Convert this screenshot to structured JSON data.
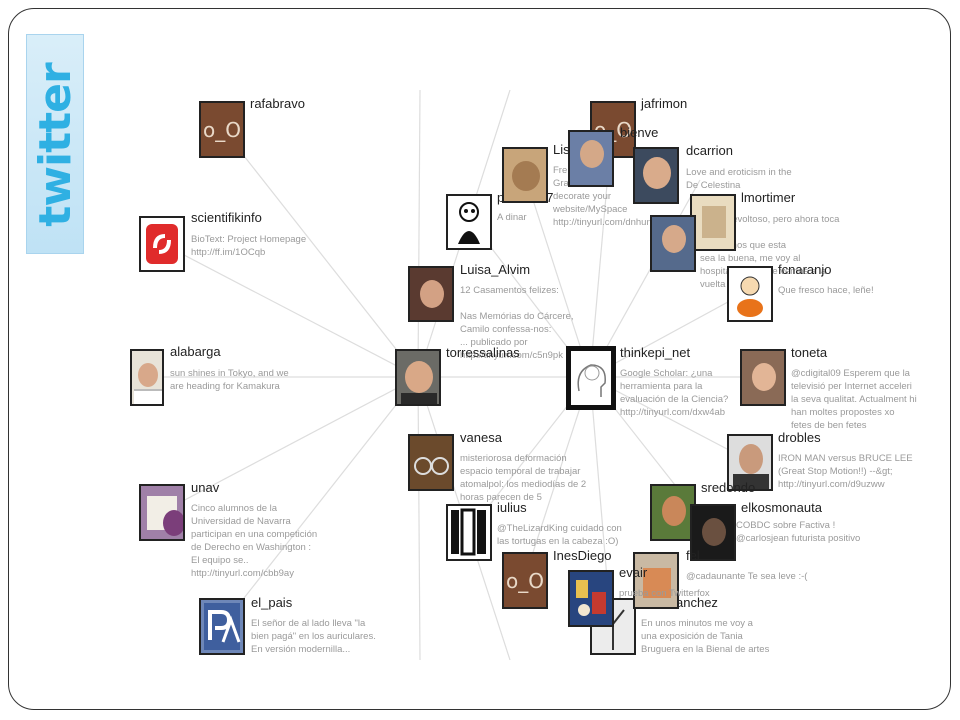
{
  "logo": {
    "text": "twitter",
    "color": "#2fb0e3"
  },
  "users": {
    "rafabravo": {
      "name": "rafabravo",
      "avatar": "o_O"
    },
    "scientifikinfo": {
      "name": "scientifikinfo",
      "tweet": "BioText: Project Homepage\nhttp://ff.im/1OCqb"
    },
    "alabarga": {
      "name": "alabarga",
      "tweet": "sun shines in Tokyo, and we\nare heading for Kamakura"
    },
    "unav": {
      "name": "unav",
      "tweet": "Cinco alumnos de la\nUniversidad de Navarra\nparticipan en una competición\nde Derecho en Washington :\nEl equipo se..\nhttp://tinyurl.com/cbb9ay"
    },
    "el_pais": {
      "name": "el_pais",
      "tweet": "El señor de al lado lleva \"la\nbien pagá\" en los auriculares.\nEn versión modernilla..."
    },
    "list": {
      "name": "Lis",
      "tweet": "Fre\nGra\ndecorate your\nwebsite/MySpace\nhttp://tinyurl.com/dnhun"
    },
    "p77": {
      "name": "p",
      "suffix": "77",
      "tweet": "A dinar"
    },
    "luisa_alvim": {
      "name": "Luisa_Alvim",
      "tweet": "12 Casamentos felizes:\n\nNas Memórias do Cárcere,\nCamilo confessa-nos:\n... publicado por\nhttp://tinyurl.com/c5n9pk"
    },
    "torressalinas": {
      "name": "torressalinas"
    },
    "vanesa": {
      "name": "vanesa",
      "tweet": "misteriorosa deformación\nespacio temporal de trabajar\natomalpol: los mediodías de 2\nhoras parecen de 5"
    },
    "iulius": {
      "name": "iulius",
      "tweet": "@TheLizardKing cuidado con\nlas tortugas en la cabeza :O)"
    },
    "inesdiego": {
      "name": "InesDiego",
      "avatar": "o_O"
    },
    "jafrimon": {
      "name": "jafrimon",
      "avatar": "o_O"
    },
    "bienve": {
      "name": "bienve"
    },
    "dcarrion": {
      "name": "dcarrion",
      "tweet": "Love and eroticism in the\nDe Celestina"
    },
    "lmortimer": {
      "name": "lmortimer",
      "tweet": "de día revoltoso, pero ahora toca\ncena\nesperemos que esta\nsea la buena, me voy al\nhospital, a ver que vemos a la\nvuelta"
    },
    "fcnaranjo": {
      "name": "fcnaranjo",
      "tweet": "Que fresco hace, leñe!"
    },
    "thinkepi_net": {
      "name": "thinkepi_net",
      "tweet": "Google Scholar: ¿una\nherramienta para la\nevaluación de la Ciencia?\nhttp://tinyurl.com/dxw4ab"
    },
    "toneta": {
      "name": "toneta",
      "tweet": "@cdigital09 Esperem que la\ntelevisió per Internet acceleri\nla seva qualitat. Actualment hi\nhan moltes propostes xo\nfetes de ben fetes"
    },
    "drobles": {
      "name": "drobles",
      "tweet": "IRON MAN versus BRUCE LEE\n(Great Stop Motion!!) --&gt;\nhttp://tinyurl.com/d9uzww"
    },
    "sredondo": {
      "name": "sredondo"
    },
    "elkosmonauta": {
      "name": "elkosmonauta",
      "tweet": "COBDC sobre Factiva !\n@carlosjean futurista positivo"
    },
    "felipe": {
      "name": "fel",
      "tweet": "@cadaunante Te sea leve :-("
    },
    "evair": {
      "name": "evair",
      "tweet": "prueba con Twitterfox"
    },
    "anchez": {
      "name": "anchez",
      "tweet": "En unos minutos me voy a\nuna exposición de Tania\nBruguera en la Bienal de artes"
    }
  }
}
